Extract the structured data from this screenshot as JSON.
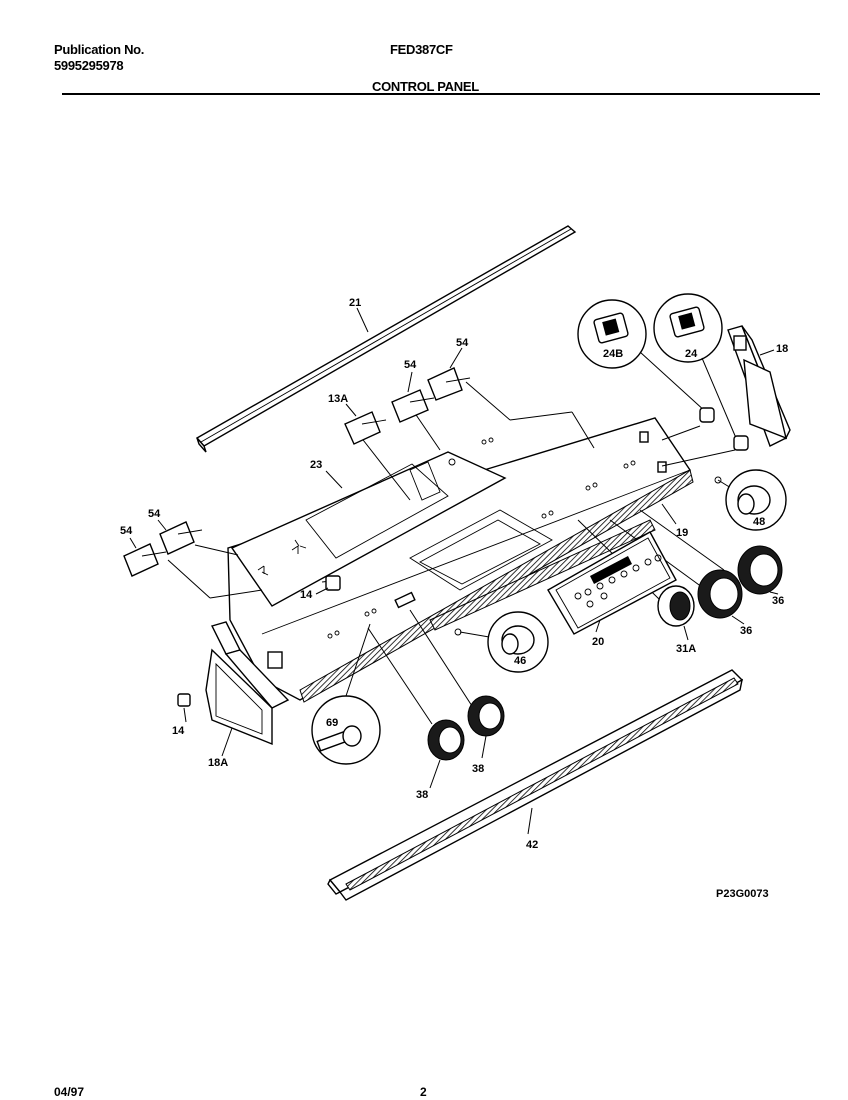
{
  "header": {
    "publication_label": "Publication No.",
    "publication_number": "5995295978",
    "model": "FED387CF",
    "section_title": "CONTROL PANEL"
  },
  "diagram": {
    "drawing_code": "P23G0073",
    "callouts": {
      "c21": "21",
      "c54a": "54",
      "c54b": "54",
      "c13a": "13A",
      "c24b": "24B",
      "c24": "24",
      "c18": "18",
      "c23": "23",
      "c54c": "54",
      "c54d": "54",
      "c48": "48",
      "c19": "19",
      "c36a": "36",
      "c36b": "36",
      "c14a": "14",
      "c20": "20",
      "c31a": "31A",
      "c46": "46",
      "c14b": "14",
      "c18a": "18A",
      "c69": "69",
      "c38a": "38",
      "c38b": "38",
      "c42": "42"
    }
  },
  "footer": {
    "date": "04/97",
    "page": "2"
  }
}
